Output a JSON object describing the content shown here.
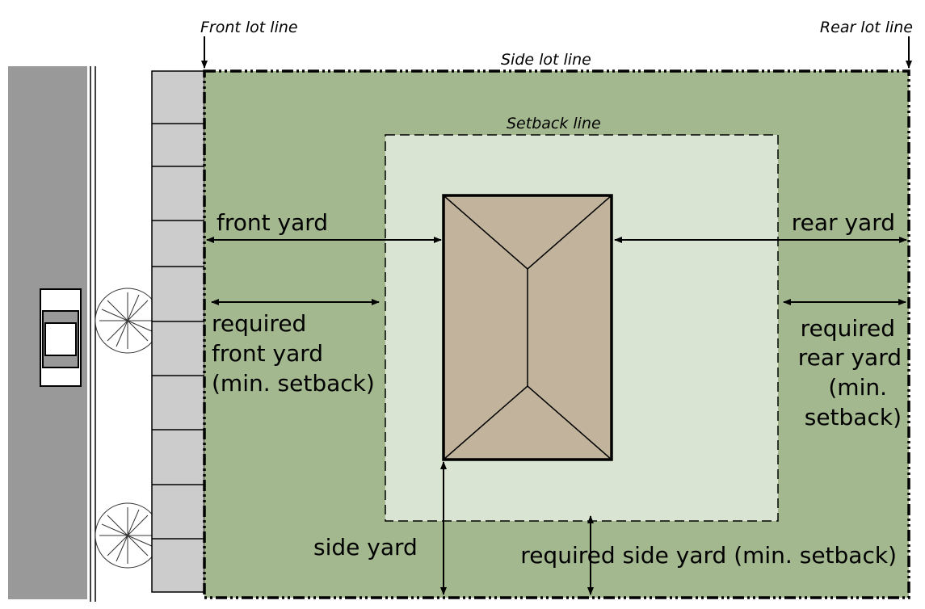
{
  "labels": {
    "front_lot_line": "Front lot line",
    "rear_lot_line": "Rear lot line",
    "side_lot_line": "Side lot line",
    "setback_line": "Setback line",
    "front_yard": "front yard",
    "rear_yard": "rear yard",
    "required_front_yard": [
      "required",
      "front yard",
      "(min. setback)"
    ],
    "required_rear_yard": [
      "required",
      "rear yard",
      "(min.",
      "setback)"
    ],
    "side_yard": "side yard",
    "required_side_yard": "required side yard (min. setback)"
  },
  "colors": {
    "road": "#999999",
    "sidewalk": "#cccccc",
    "lot": "#a3b88f",
    "setback_area": "#dae4d3",
    "house": "#c2b49c"
  }
}
